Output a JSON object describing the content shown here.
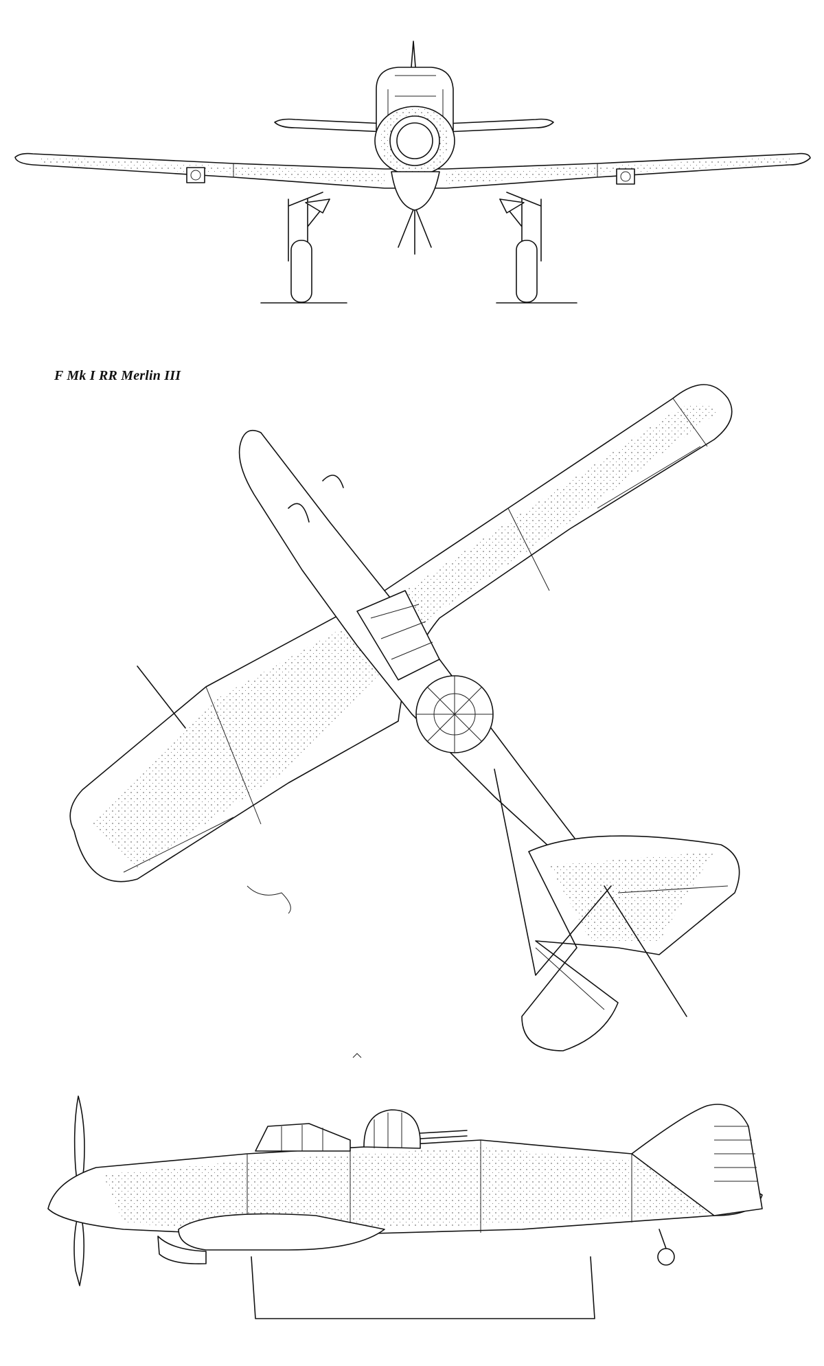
{
  "drawing": {
    "caption": "F Mk I RR Merlin III",
    "views": [
      {
        "name": "front-view"
      },
      {
        "name": "plan-view"
      },
      {
        "name": "side-view"
      }
    ],
    "line_color": "#111111",
    "background": "#ffffff"
  }
}
